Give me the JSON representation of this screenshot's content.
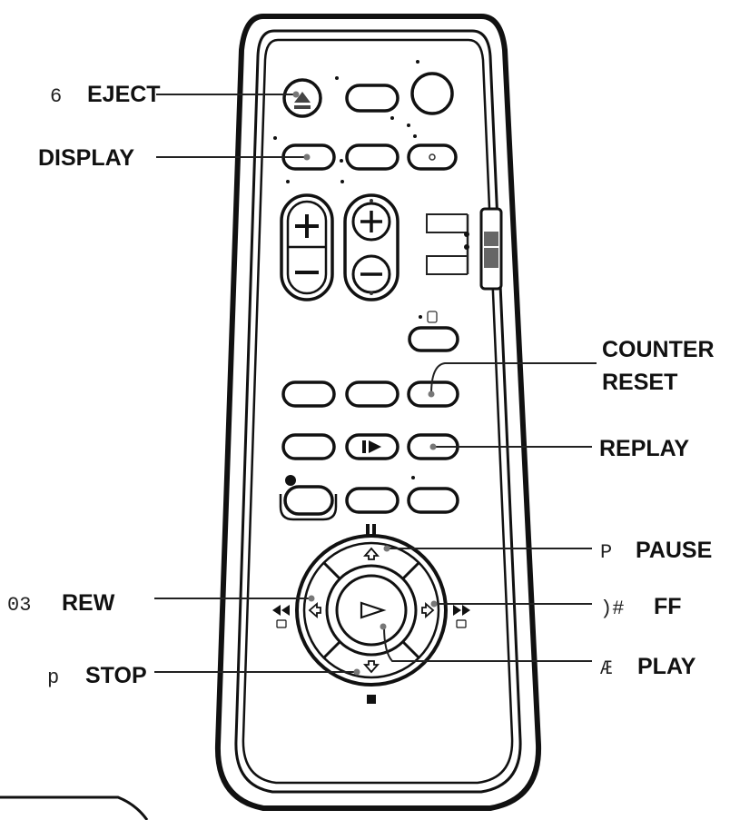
{
  "labels": {
    "eject_code": "6",
    "eject": "EJECT",
    "display": "DISPLAY",
    "counter_line1": "COUNTER",
    "counter_line2": "RESET",
    "replay": "REPLAY",
    "pause_code": "P",
    "pause": "PAUSE",
    "rew_code": "03",
    "rew": "REW",
    "ff_code": ")#",
    "ff": "FF",
    "play_code": "Æ",
    "play": "PLAY",
    "stop_code": "p",
    "stop": "STOP"
  },
  "icons": {
    "eject": "eject-icon",
    "pause": "pause-icon",
    "stop": "stop-icon",
    "record": "record-dot-icon",
    "rewind": "rewind-icon",
    "fast_forward": "fast-forward-icon",
    "play": "play-triangle-icon",
    "slow": "slow-play-icon",
    "plus": "plus-icon",
    "minus": "minus-icon"
  }
}
